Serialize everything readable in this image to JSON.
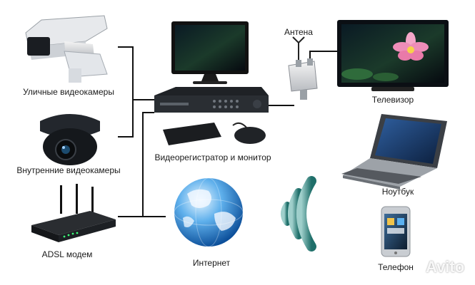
{
  "nodes": {
    "street_cameras": {
      "label": "Уличные видеокамеры",
      "icon": "outdoor-camera-icon"
    },
    "indoor_cameras": {
      "label": "Внутренние видеокамеры",
      "icon": "dome-camera-icon"
    },
    "adsl_modem": {
      "label": "ADSL модем",
      "icon": "router-icon"
    },
    "dvr_monitor": {
      "label": "Видеорегистратор и монитор",
      "icon": "dvr-monitor-icon"
    },
    "antenna": {
      "label": "Антена",
      "icon": "antenna-icon"
    },
    "tv": {
      "label": "Телевизор",
      "icon": "tv-icon"
    },
    "laptop": {
      "label": "Ноутбук",
      "icon": "laptop-icon"
    },
    "internet": {
      "label": "Интернет",
      "icon": "globe-icon"
    },
    "phone": {
      "label": "Телефон",
      "icon": "smartphone-icon"
    }
  },
  "wireless": {
    "icon": "wifi-signal-icon"
  },
  "watermark": {
    "text": "Avito"
  },
  "colors": {
    "line": "#111111",
    "wave_teal": "#1f6f6a",
    "globe_blue": "#1b6fc4",
    "screen_dark": "#0b0f14"
  }
}
